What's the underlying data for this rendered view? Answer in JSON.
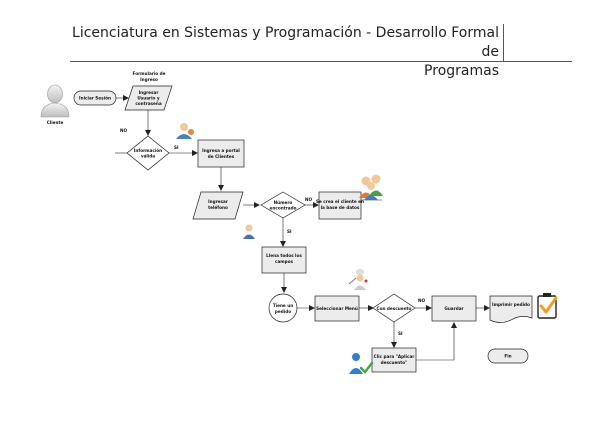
{
  "header": {
    "title_line1": "Licenciatura en Sistemas y Programación - Desarrollo Formal de",
    "title_line2": "Programas"
  },
  "diagram": {
    "actor_label": "Cliente",
    "iniciar_sesion": "Iniciar Sesión",
    "formulario_ingreso": [
      "Formulario de",
      "Ingreso"
    ],
    "ingresar_usuario": [
      "Ingresar",
      "Usuario y",
      "contraseña"
    ],
    "informacion_valida": [
      "Información",
      "válida"
    ],
    "label_no_1": "NO",
    "label_si_1": "SI",
    "ingresa_portal": [
      "Ingresa a portal",
      "de Clientes"
    ],
    "ingresar_telefono": [
      "Ingresar",
      "teléfono"
    ],
    "numero_encontrado": [
      "Número",
      "encontrado"
    ],
    "label_no_2": "NO",
    "label_si_2": "SI",
    "se_crea_cliente": [
      "Se crea el cliente en",
      "la base de datos"
    ],
    "llena_campos": [
      "Llena todos los",
      "campos"
    ],
    "tiene_pedido": [
      "Tiene un",
      "pedido"
    ],
    "seleccionar_menu": "Seleccionar Menú",
    "con_descuento": "Con descuento",
    "label_no_3": "NO",
    "label_si_3": "SI",
    "guardar": "Guardar",
    "imprimir_pedido": "Imprimir pedido",
    "clic_aplicar": [
      "Clic para \"Aplicar",
      "descuento\""
    ],
    "fin": "Fin"
  },
  "colors": {
    "shape_fill": "#ececec",
    "stroke": "#222222",
    "check_orange": "#f0a020",
    "person_blue": "#2f7fd0",
    "person_green": "#3aa83a"
  }
}
